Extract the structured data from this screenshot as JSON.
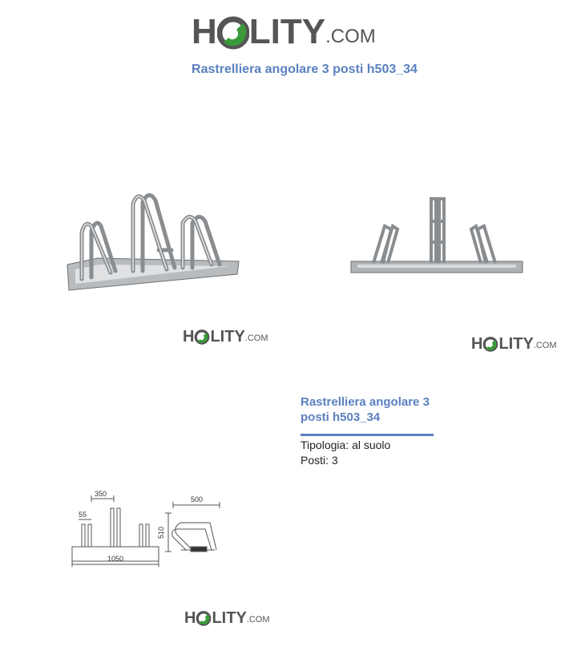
{
  "header": {
    "logo": {
      "prefix": "H",
      "suffix": "LITY",
      "domain": ".COM"
    },
    "title": "Rastrelliera angolare 3 posti h503_34"
  },
  "images": [
    {
      "logo": {
        "prefix": "H",
        "suffix": "LITY",
        "domain": ".COM"
      }
    },
    {
      "logo": {
        "prefix": "H",
        "suffix": "LITY",
        "domain": ".COM"
      }
    },
    {
      "logo": {
        "prefix": "H",
        "suffix": "LITY",
        "domain": ".COM"
      }
    }
  ],
  "drawing": {
    "dim_top": "350",
    "dim_left": "55",
    "dim_bottom": "1050",
    "dim_side_top": "500",
    "dim_side_left": "510"
  },
  "product": {
    "title": "Rastrelliera angolare 3 posti h503_34",
    "specs": [
      {
        "label": "Tipologia:",
        "value": "al suolo"
      },
      {
        "label": "Posti:",
        "value": "3"
      }
    ]
  },
  "colors": {
    "accent": "#5b80c0",
    "logo_gray": "#555555",
    "logo_green": "#3a9a3a"
  }
}
